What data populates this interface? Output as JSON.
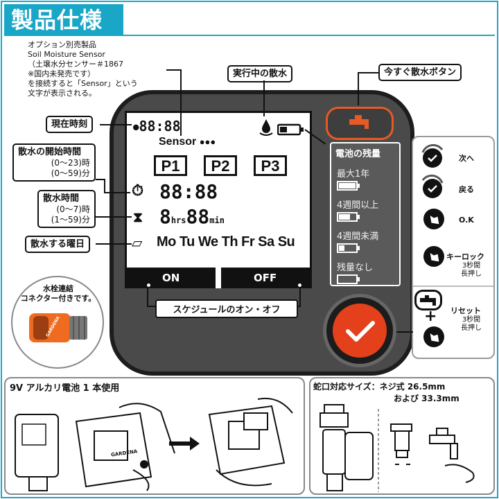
{
  "header": {
    "title": "製品仕様"
  },
  "sensor_note": {
    "lines": [
      "オプション別売製品",
      "Soil Moisture Sensor",
      "（土壌水分センサー＃1867",
      "※国内未発売です）",
      "を接続すると「Sensor」という",
      "文字が表示される。"
    ]
  },
  "callouts": {
    "current_time": "現在時刻",
    "running": "実行中の散水",
    "water_now": "今すぐ散水ボタン",
    "start_time": {
      "title": "散水の開始時間",
      "l1": "(0〜23)時",
      "l2": "(0〜59)分"
    },
    "duration": {
      "title": "散水時間",
      "l1": "(0〜7)時",
      "l2": "(1〜59)分"
    },
    "weekday": "散水する曜日",
    "faucet": {
      "l1": "水栓連結",
      "l2": "コネクター付きです。"
    },
    "schedule": "スケジュールのオン・オフ"
  },
  "lcd": {
    "clock": "88:88",
    "sensor": "Sensor",
    "programs": [
      "P1",
      "P2",
      "P3"
    ],
    "start": "88:88",
    "dur_h": "8",
    "dur_h_unit": "hrs",
    "dur_m": "88",
    "dur_m_unit": "min",
    "days": "Mo Tu We Th Fr Sa Su",
    "on": "ON",
    "off": "OFF"
  },
  "battery": {
    "title": "電池の残量",
    "levels": [
      {
        "label": "最大1年",
        "fill": 1.0
      },
      {
        "label": "4週間以上",
        "fill": 0.66
      },
      {
        "label": "4週間未満",
        "fill": 0.33
      },
      {
        "label": "残量なし",
        "fill": 0.0
      }
    ]
  },
  "legend": {
    "next": "次へ",
    "back": "戻る",
    "ok": "O.K",
    "lock": "キーロック",
    "lock_sub1": "3秒間",
    "lock_sub2": "長押し",
    "reset": "リセット",
    "reset_sub1": "3秒間",
    "reset_sub2": "長押し"
  },
  "bottom": {
    "battery_title": "9V アルカリ電池 1 本使用",
    "faucet_title_1": "蛇口対応サイズ：ネジ式 26.5mm",
    "faucet_title_2": "および 33.3mm",
    "brand": "GARDENA"
  },
  "colors": {
    "accent": "#1aa6c7",
    "orange": "#e85a24",
    "device": "#4a4a4a"
  }
}
